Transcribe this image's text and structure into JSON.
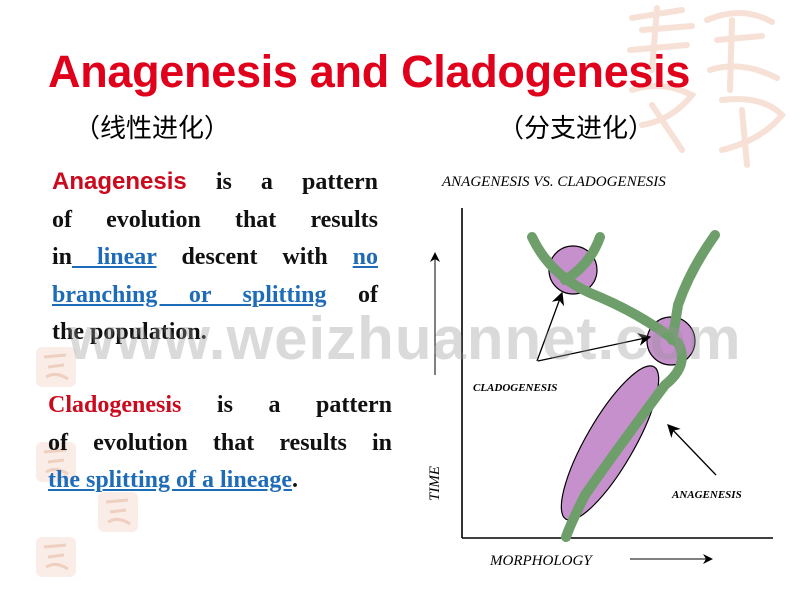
{
  "slide": {
    "title": "Anagenesis and Cladogenesis",
    "subtitle_left": "（线性进化）",
    "subtitle_right": "（分支进化）"
  },
  "para1": {
    "l1_term": "Anagenesis",
    "l1_rest": " is a pattern",
    "l2": "of evolution that results",
    "l3_pre": "in",
    "l3_link": " linear",
    "l3_post": " descent with ",
    "l3_link2": "no",
    "l4_link": "branching or splitting",
    "l4_post": " of",
    "l5": "the population."
  },
  "para2": {
    "l1_term": "Cladogenesis",
    "l1_rest": " is a pattern",
    "l2": "of evolution that results in",
    "l3_link": "the splitting of a lineage",
    "l3_post": "."
  },
  "watermark": "www.weizhuannet.com",
  "diagram": {
    "title": "ANAGENESIS VS. CLADOGENESIS",
    "y_axis_label": "TIME",
    "x_axis_label": "MORPHOLOGY",
    "label_cladogenesis": "CLADOGENESIS",
    "label_anagenesis": "ANAGENESIS",
    "colors": {
      "lineage": "#6e9f6b",
      "blob": "#c690cc",
      "title": "#e0001b",
      "link": "#1e6bb8"
    }
  }
}
